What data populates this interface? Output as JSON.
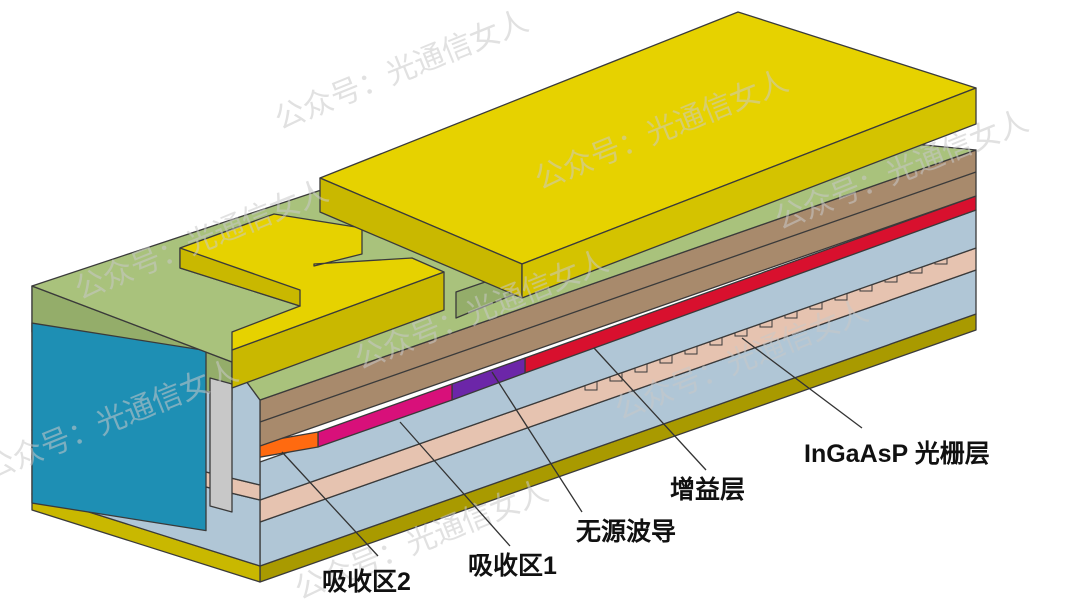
{
  "diagram": {
    "labels": {
      "grating": "InGaAsP 光栅层",
      "gain": "增益层",
      "passive_waveguide": "无源波导",
      "absorber_1": "吸收区1",
      "absorber_2": "吸收区2"
    },
    "watermark": "公众号：光通信女人",
    "colors": {
      "gold": "#e6d200",
      "gold_side": "#c9b800",
      "gold_dark": "#a99a00",
      "green_top": "#a9c27c",
      "green_side": "#94ad6a",
      "brown": "#a88a6c",
      "brown_dark": "#8c7258",
      "red": "#d8102e",
      "blue_gray": "#b0c6d6",
      "pink_tan": "#e6c3b0",
      "magenta": "#d8107a",
      "purple": "#6c26a8",
      "orange": "#ff6a10",
      "teal": "#1e8fb4",
      "light_gray": "#c8c8c8"
    }
  }
}
